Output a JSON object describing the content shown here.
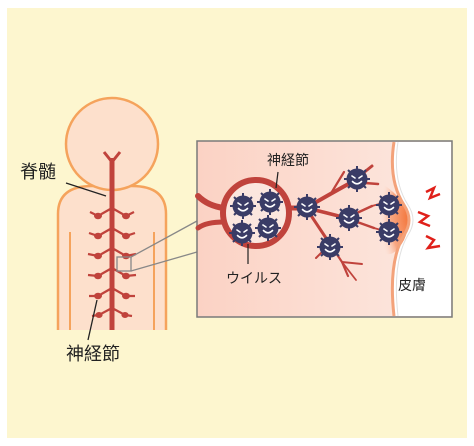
{
  "labels": {
    "spinal_cord": "脊髄",
    "ganglion_main": "神経節",
    "ganglion_detail": "神経節",
    "virus": "ウイルス",
    "skin": "皮膚"
  },
  "colors": {
    "background": "#fdf6cf",
    "body_fill": "#fde0cc",
    "body_outline": "#f5a35c",
    "nerve": "#c0433c",
    "virus": "#3a3c66",
    "pain_mark": "#e0201a",
    "detail_border": "#7a7a7a"
  },
  "icons": {
    "virus": "virus-face-icon",
    "pain": "pain-zigzag-icon"
  }
}
